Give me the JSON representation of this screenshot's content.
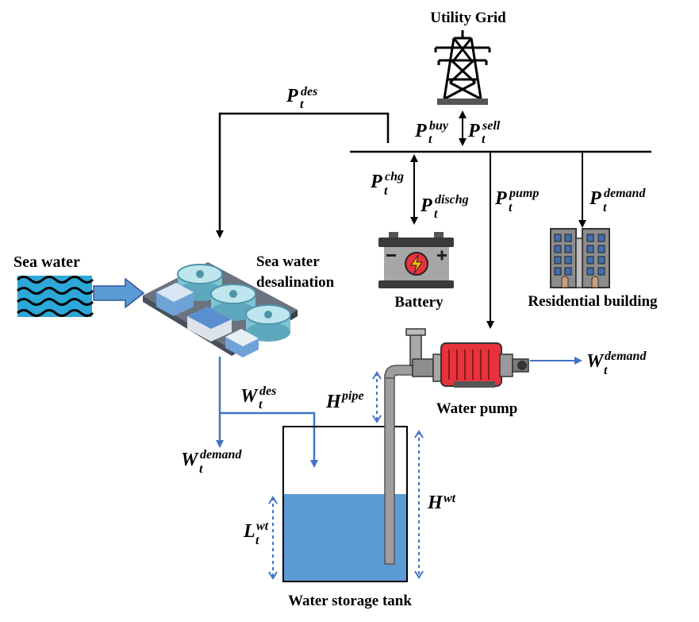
{
  "labels": {
    "utility_grid": "Utility Grid",
    "sea_water": "Sea water",
    "desal_line1": "Sea water",
    "desal_line2": "desalination",
    "battery": "Battery",
    "residential": "Residential building",
    "water_pump": "Water pump",
    "tank": "Water storage tank"
  },
  "symbols": {
    "p_des": {
      "base": "P",
      "sub": "t",
      "sup": "des"
    },
    "p_buy": {
      "base": "P",
      "sub": "t",
      "sup": "buy"
    },
    "p_sell": {
      "base": "P",
      "sub": "t",
      "sup": "sell"
    },
    "p_chg": {
      "base": "P",
      "sub": "t",
      "sup": "chg"
    },
    "p_dischg": {
      "base": "P",
      "sub": "t",
      "sup": "dischg"
    },
    "p_pump": {
      "base": "P",
      "sub": "t",
      "sup": "pump"
    },
    "p_demand": {
      "base": "P",
      "sub": "t",
      "sup": "demand"
    },
    "w_des": {
      "base": "W",
      "sub": "t",
      "sup": "des"
    },
    "w_demand_left": {
      "base": "W",
      "sub": "t",
      "sup": "demand"
    },
    "w_demand_right": {
      "base": "W",
      "sub": "t",
      "sup": "demand"
    },
    "h_pipe": {
      "base": "H",
      "sup": "pipe"
    },
    "h_wt": {
      "base": "H",
      "sup": "wt"
    },
    "l_wt": {
      "base": "L",
      "sub": "t",
      "sup": "wt"
    }
  },
  "colors": {
    "power_line": "#000000",
    "water_line": "#4472C4",
    "water_fill": "#5B9BD5",
    "pipe": "#9E9E9E",
    "battery_body": "#A6A6A6",
    "pump_red": "#E8323C",
    "building": "#8C8C8C",
    "window": "#3F6FB0"
  }
}
